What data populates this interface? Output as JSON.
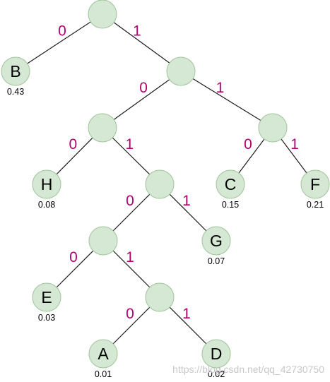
{
  "huffman_tree": {
    "edge_label_zero": "0",
    "edge_label_one": "1",
    "internal_nodes": [
      "n-root",
      "n-1",
      "n-10",
      "n-11",
      "n-101",
      "n-1010",
      "n-10101"
    ],
    "leaves": [
      {
        "id": "B",
        "label": "B",
        "probability": "0.43"
      },
      {
        "id": "H",
        "label": "H",
        "probability": "0.08"
      },
      {
        "id": "C",
        "label": "C",
        "probability": "0.15"
      },
      {
        "id": "F",
        "label": "F",
        "probability": "0.21"
      },
      {
        "id": "G",
        "label": "G",
        "probability": "0.07"
      },
      {
        "id": "E",
        "label": "E",
        "probability": "0.03"
      },
      {
        "id": "A",
        "label": "A",
        "probability": "0.01"
      },
      {
        "id": "D",
        "label": "D",
        "probability": "0.02"
      }
    ],
    "edges": [
      {
        "from": "n-root",
        "to": "B",
        "label": "0"
      },
      {
        "from": "n-root",
        "to": "n-1",
        "label": "1"
      },
      {
        "from": "n-1",
        "to": "n-10",
        "label": "0"
      },
      {
        "from": "n-1",
        "to": "n-11",
        "label": "1"
      },
      {
        "from": "n-10",
        "to": "H",
        "label": "0"
      },
      {
        "from": "n-10",
        "to": "n-101",
        "label": "1"
      },
      {
        "from": "n-11",
        "to": "C",
        "label": "0"
      },
      {
        "from": "n-11",
        "to": "F",
        "label": "1"
      },
      {
        "from": "n-101",
        "to": "n-1010",
        "label": "0"
      },
      {
        "from": "n-101",
        "to": "G",
        "label": "1"
      },
      {
        "from": "n-1010",
        "to": "E",
        "label": "0"
      },
      {
        "from": "n-1010",
        "to": "n-10101",
        "label": "1"
      },
      {
        "from": "n-10101",
        "to": "A",
        "label": "0"
      },
      {
        "from": "n-10101",
        "to": "D",
        "label": "1"
      }
    ]
  },
  "watermark": {
    "text": "https://blog.csdn.net/qq_42730750"
  }
}
